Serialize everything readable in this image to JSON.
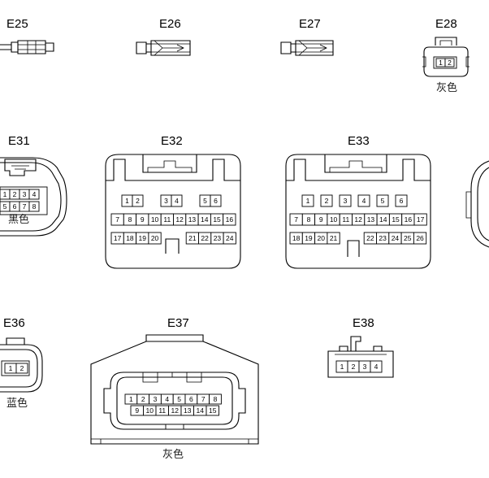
{
  "connectors": {
    "e25": {
      "label": "E25"
    },
    "e26": {
      "label": "E26"
    },
    "e27": {
      "label": "E27"
    },
    "e28": {
      "label": "E28",
      "color": "灰色",
      "pins": [
        "1",
        "2"
      ]
    },
    "e31": {
      "label": "E31",
      "color": "黑色",
      "pins": [
        "1",
        "2",
        "3",
        "4",
        "5",
        "6",
        "7",
        "8"
      ]
    },
    "e32": {
      "label": "E32",
      "row1": [
        "1",
        "2",
        "3",
        "4",
        "5",
        "6"
      ],
      "row2": [
        "7",
        "8",
        "9",
        "10",
        "11",
        "12",
        "13",
        "14",
        "15",
        "16"
      ],
      "row3": [
        "17",
        "18",
        "19",
        "20",
        "21",
        "22",
        "23",
        "24"
      ]
    },
    "e33": {
      "label": "E33",
      "row1": [
        "1",
        "2",
        "3",
        "4",
        "5",
        "6"
      ],
      "row2": [
        "7",
        "8",
        "9",
        "10",
        "11",
        "12",
        "13",
        "14",
        "15",
        "16",
        "17"
      ],
      "row3": [
        "18",
        "19",
        "20",
        "21",
        "22",
        "23",
        "24",
        "25",
        "26"
      ]
    },
    "e36": {
      "label": "E36",
      "color": "蓝色",
      "pins": [
        "1",
        "2"
      ]
    },
    "e37": {
      "label": "E37",
      "color": "灰色",
      "row1": [
        "1",
        "2",
        "3",
        "4",
        "5",
        "6",
        "7",
        "8"
      ],
      "row2": [
        "9",
        "10",
        "11",
        "12",
        "13",
        "14",
        "15"
      ]
    },
    "e38": {
      "label": "E38",
      "pins": [
        "1",
        "2",
        "3",
        "4"
      ]
    }
  }
}
